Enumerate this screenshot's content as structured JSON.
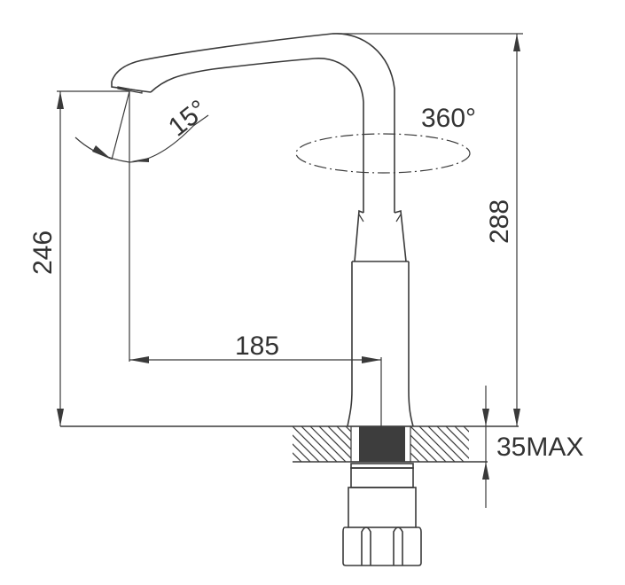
{
  "drawing": {
    "subject": "Kitchen faucet dimension drawing",
    "dimensions": {
      "spout_height": "246",
      "total_height": "288",
      "spout_reach": "185",
      "deck_thickness": "35MAX",
      "spout_tilt_angle": "15°",
      "rotation": "360°"
    },
    "colors": {
      "line": "#3a3a3a",
      "fill_dark": "#3d3d3d",
      "background": "#ffffff"
    }
  }
}
